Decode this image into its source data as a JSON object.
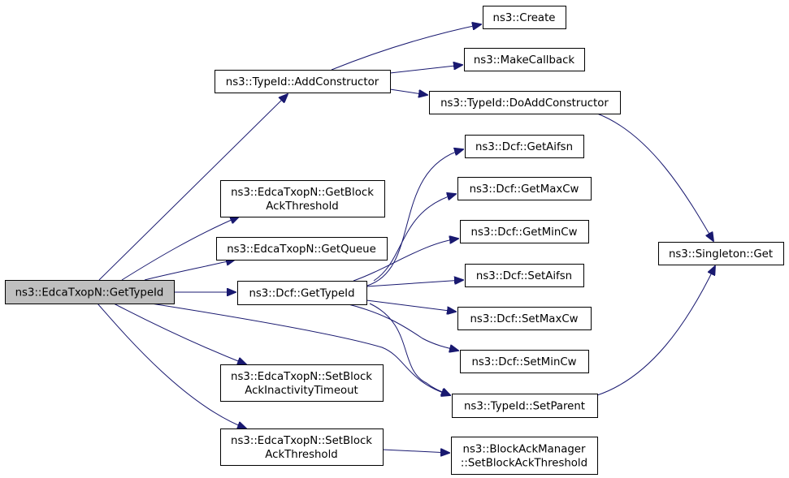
{
  "diagram": {
    "type": "call-graph",
    "colors": {
      "edge": "#191970",
      "root_fill": "#bfbfbf",
      "node_fill": "#ffffff",
      "node_border": "#000000"
    },
    "nodes": [
      {
        "id": "root",
        "lines": [
          "ns3::EdcaTxopN::GetTypeId"
        ],
        "root": true
      },
      {
        "id": "addctor",
        "lines": [
          "ns3::TypeId::AddConstructor"
        ]
      },
      {
        "id": "create",
        "lines": [
          "ns3::Create"
        ]
      },
      {
        "id": "makecb",
        "lines": [
          "ns3::MakeCallback"
        ]
      },
      {
        "id": "doadd",
        "lines": [
          "ns3::TypeId::DoAddConstructor"
        ]
      },
      {
        "id": "getbat",
        "lines": [
          "ns3::EdcaTxopN::GetBlock",
          "AckThreshold"
        ]
      },
      {
        "id": "getqueue",
        "lines": [
          "ns3::EdcaTxopN::GetQueue"
        ]
      },
      {
        "id": "dcfget",
        "lines": [
          "ns3::Dcf::GetTypeId"
        ]
      },
      {
        "id": "getaifsn",
        "lines": [
          "ns3::Dcf::GetAifsn"
        ]
      },
      {
        "id": "getmaxcw",
        "lines": [
          "ns3::Dcf::GetMaxCw"
        ]
      },
      {
        "id": "getmincw",
        "lines": [
          "ns3::Dcf::GetMinCw"
        ]
      },
      {
        "id": "setaifsn",
        "lines": [
          "ns3::Dcf::SetAifsn"
        ]
      },
      {
        "id": "setmaxcw",
        "lines": [
          "ns3::Dcf::SetMaxCw"
        ]
      },
      {
        "id": "setmincw",
        "lines": [
          "ns3::Dcf::SetMinCw"
        ]
      },
      {
        "id": "singleton",
        "lines": [
          "ns3::Singleton::Get"
        ]
      },
      {
        "id": "setparent",
        "lines": [
          "ns3::TypeId::SetParent"
        ]
      },
      {
        "id": "setbait",
        "lines": [
          "ns3::EdcaTxopN::SetBlock",
          "AckInactivityTimeout"
        ]
      },
      {
        "id": "setbat",
        "lines": [
          "ns3::EdcaTxopN::SetBlock",
          "AckThreshold"
        ]
      },
      {
        "id": "bam",
        "lines": [
          "ns3::BlockAckManager",
          "::SetBlockAckThreshold"
        ]
      }
    ],
    "edges": [
      [
        "root",
        "addctor"
      ],
      [
        "root",
        "getbat"
      ],
      [
        "root",
        "getqueue"
      ],
      [
        "root",
        "dcfget"
      ],
      [
        "root",
        "setparent"
      ],
      [
        "root",
        "setbait"
      ],
      [
        "root",
        "setbat"
      ],
      [
        "addctor",
        "create"
      ],
      [
        "addctor",
        "makecb"
      ],
      [
        "addctor",
        "doadd"
      ],
      [
        "doadd",
        "singleton"
      ],
      [
        "dcfget",
        "getaifsn"
      ],
      [
        "dcfget",
        "getmaxcw"
      ],
      [
        "dcfget",
        "getmincw"
      ],
      [
        "dcfget",
        "setaifsn"
      ],
      [
        "dcfget",
        "setmaxcw"
      ],
      [
        "dcfget",
        "setmincw"
      ],
      [
        "dcfget",
        "setparent"
      ],
      [
        "setparent",
        "singleton"
      ],
      [
        "setbat",
        "bam"
      ]
    ]
  }
}
